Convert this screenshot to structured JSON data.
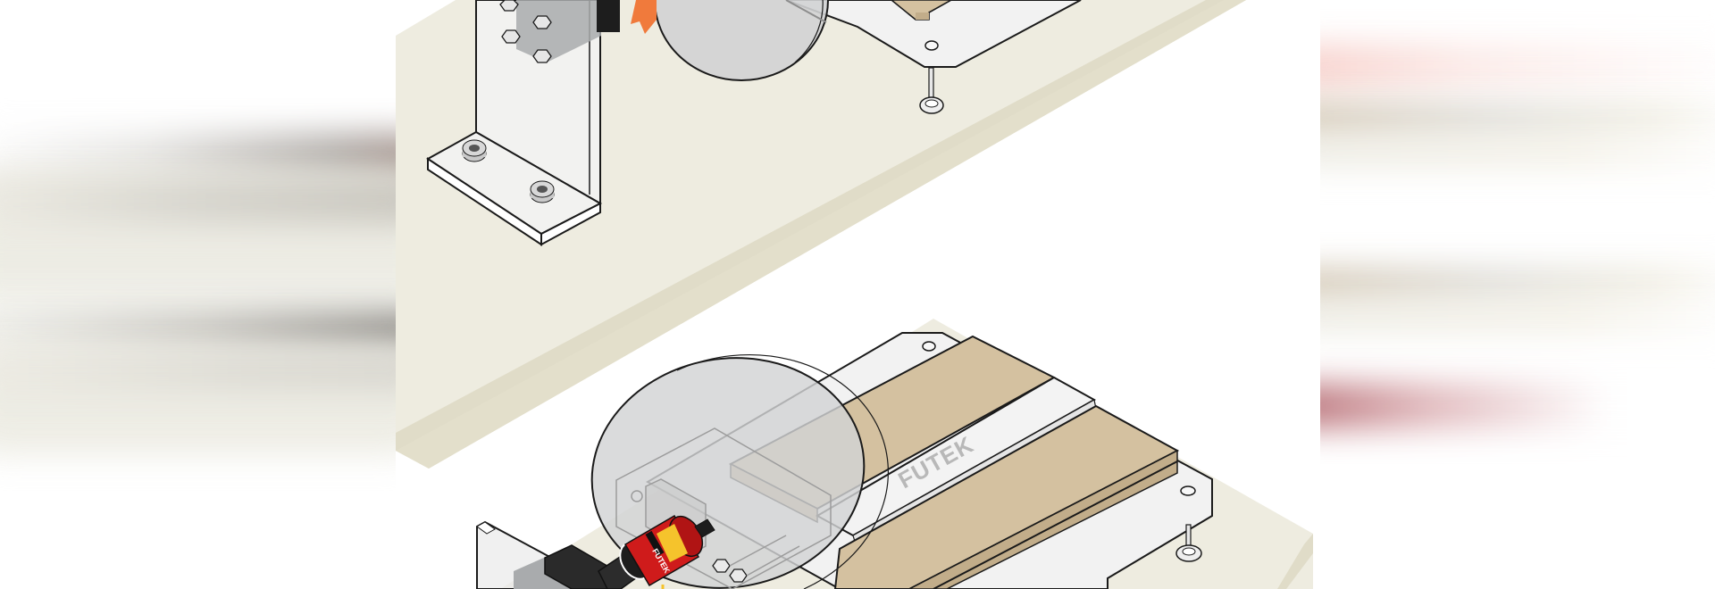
{
  "illustration": {
    "subject": "Isometric rotary torque sensor test setup",
    "brand_label": "FUTEK",
    "sensor_label": "FUTEK",
    "panels": [
      {
        "name": "upper-assembly",
        "components": [
          "mounting-bracket",
          "motor-block",
          "clear-disc",
          "base-plate",
          "wood-board",
          "leveling-foot",
          "rotation-arrow"
        ]
      },
      {
        "name": "lower-assembly",
        "components": [
          "mounting-bracket",
          "motor-block",
          "torque-sensor",
          "clear-disc",
          "base-plate",
          "wood-boards",
          "center-rail",
          "leveling-foot"
        ]
      }
    ]
  },
  "colors": {
    "table_surface": "#eeece0",
    "table_edge": "#e0dcc8",
    "wood": "#d4c1a0",
    "wood_side": "#c2ad8a",
    "plate": "#f2f2f2",
    "disc": "#d2d3d4",
    "sensor_red": "#d11c1c",
    "sensor_yellow": "#f5c32c",
    "arrow_orange": "#f07a3c",
    "outline": "#1a1a1a"
  }
}
